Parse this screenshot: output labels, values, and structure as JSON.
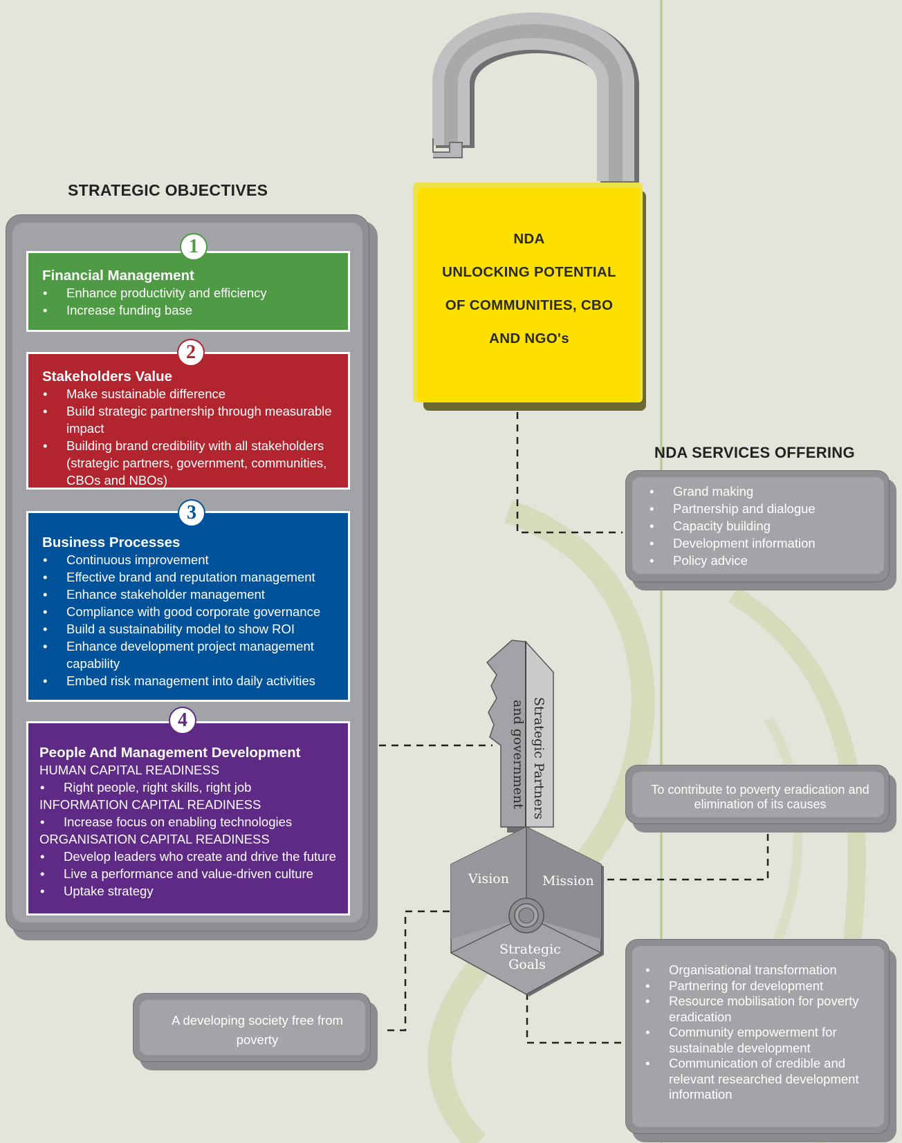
{
  "strategic_objectives": {
    "heading": "STRATEGIC OBJECTIVES",
    "objectives": [
      {
        "number": "1",
        "title": "Financial Management",
        "color": "#4f9a45",
        "items": [
          "Enhance productivity and efficiency",
          "Increase funding base"
        ]
      },
      {
        "number": "2",
        "title": "Stakeholders Value",
        "color": "#b2252f",
        "items": [
          "Make sustainable difference",
          "Build strategic partnership through measurable impact",
          "Building brand credibility with all stakeholders (strategic partners, government, communities, CBOs and NBOs)"
        ]
      },
      {
        "number": "3",
        "title": "Business Processes",
        "color": "#00529b",
        "items": [
          "Continuous improvement",
          "Effective brand and reputation management",
          "Enhance stakeholder management",
          "Compliance with good corporate governance",
          "Build a sustainability model to show ROI",
          "Enhance development project management capability",
          "Embed risk management into daily activities"
        ]
      },
      {
        "number": "4",
        "title": "People  And Management  Development",
        "color": "#5e2a86",
        "groups": [
          {
            "label": "HUMAN CAPITAL READINESS",
            "items": [
              "Right people, right skills, right job"
            ]
          },
          {
            "label": "INFORMATION CAPITAL READINESS",
            "items": [
              "Increase focus on enabling technologies"
            ]
          },
          {
            "label": "ORGANISATION CAPITAL READINESS",
            "items": [
              "Develop leaders who create and drive the future",
              "Live a performance and value-driven culture",
              "Uptake strategy"
            ]
          }
        ]
      }
    ]
  },
  "lock": {
    "lines": [
      "NDA",
      "UNLOCKING POTENTIAL",
      "OF COMMUNITIES, CBO",
      "AND NGO's"
    ],
    "color": "#fde000"
  },
  "services": {
    "heading": "NDA SERVICES OFFERING",
    "items": [
      "Grand making",
      "Partnership and dialogue",
      "Capacity building",
      "Development information",
      "Policy advice"
    ]
  },
  "key": {
    "blade_text_1": "Strategic Partners",
    "blade_text_2": "and government",
    "vision_label": "Vision",
    "mission_label": "Mission",
    "goals_label_1": "Strategic",
    "goals_label_2": "Goals"
  },
  "mission_box": {
    "lines": [
      "To contribute to poverty eradication and",
      "elimination of its causes"
    ]
  },
  "vision_box": {
    "lines": [
      "A developing society free from",
      "poverty"
    ]
  },
  "goals_box": {
    "items": [
      "Organisational transformation",
      "Partnering for development",
      "Resource mobilisation for poverty eradication",
      "Community empowerment for sustainable development",
      "Communication of credible and relevant researched development information"
    ]
  }
}
